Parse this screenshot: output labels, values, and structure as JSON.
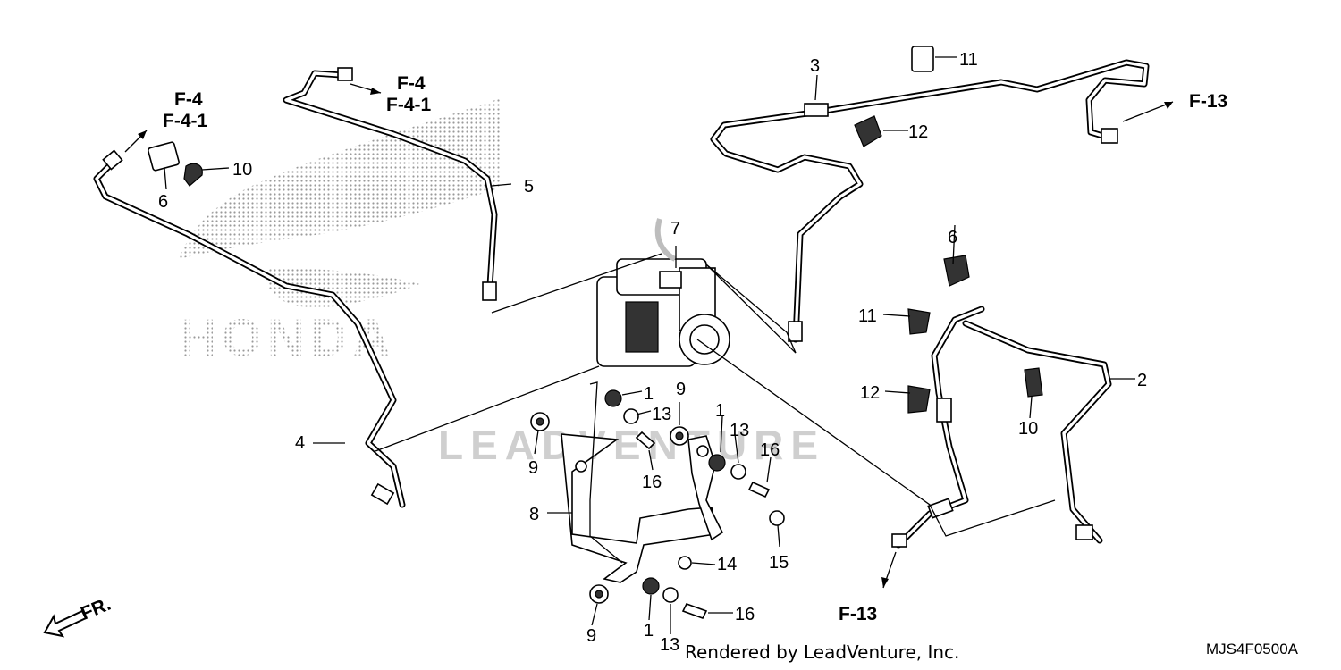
{
  "diagram": {
    "part_callouts": [
      "1",
      "2",
      "3",
      "4",
      "5",
      "6",
      "7",
      "8",
      "9",
      "10",
      "11",
      "12",
      "13",
      "14",
      "15",
      "16"
    ],
    "refs": {
      "f4_left": "F-4",
      "f41_left": "F-4-1",
      "f4_top": "F-4",
      "f41_top": "F-4-1",
      "f13_right": "F-13",
      "f13_bottom": "F-13"
    },
    "front_label": "FR.",
    "watermark_brand": "HONDA",
    "watermark_text": "LEADVENTURE",
    "credit": "Rendered by LeadVenture, Inc.",
    "diagram_code": "MJS4F0500A"
  }
}
